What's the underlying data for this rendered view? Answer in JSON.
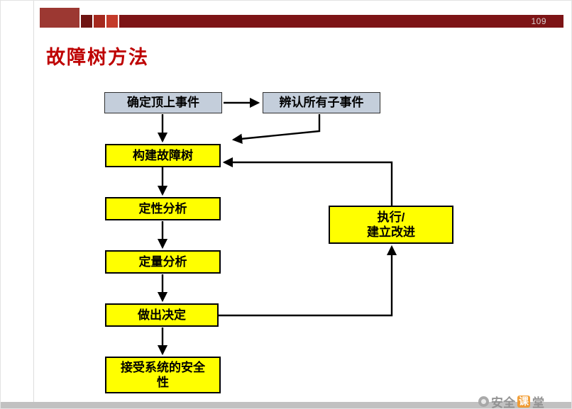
{
  "header": {
    "page_number": "109",
    "bar_color": "#7d1416",
    "square_colors": [
      "#9c3832",
      "#6e1412",
      "#a5281e",
      "#c43a2a"
    ]
  },
  "title": "故障树方法",
  "flowchart": {
    "colors": {
      "blue_fill": "#c4cedb",
      "yellow_fill": "#ffff00",
      "border": "#000000",
      "arrow": "#000000"
    },
    "nodes": [
      {
        "id": "determine-top-event",
        "label": "确定顶上事件",
        "type": "blue"
      },
      {
        "id": "identify-sub-events",
        "label": "辨认所有子事件",
        "type": "blue"
      },
      {
        "id": "build-fault-tree",
        "label": "构建故障树",
        "type": "yellow"
      },
      {
        "id": "qualitative-analysis",
        "label": "定性分析",
        "type": "yellow"
      },
      {
        "id": "quantitative-analysis",
        "label": "定量分析",
        "type": "yellow"
      },
      {
        "id": "make-decision",
        "label": "做出决定",
        "type": "yellow"
      },
      {
        "id": "accept-system-safety",
        "label": "接受系统的安全\n性",
        "type": "yellow"
      },
      {
        "id": "implement-improvement",
        "label": "执行/\n建立改进",
        "type": "yellow"
      }
    ]
  },
  "watermark": {
    "part1": "安全",
    "part2": "课",
    "part3": "堂",
    "accent_color": "#f29a2e"
  },
  "footer": {
    "bar_color": "#c1c1c1"
  }
}
